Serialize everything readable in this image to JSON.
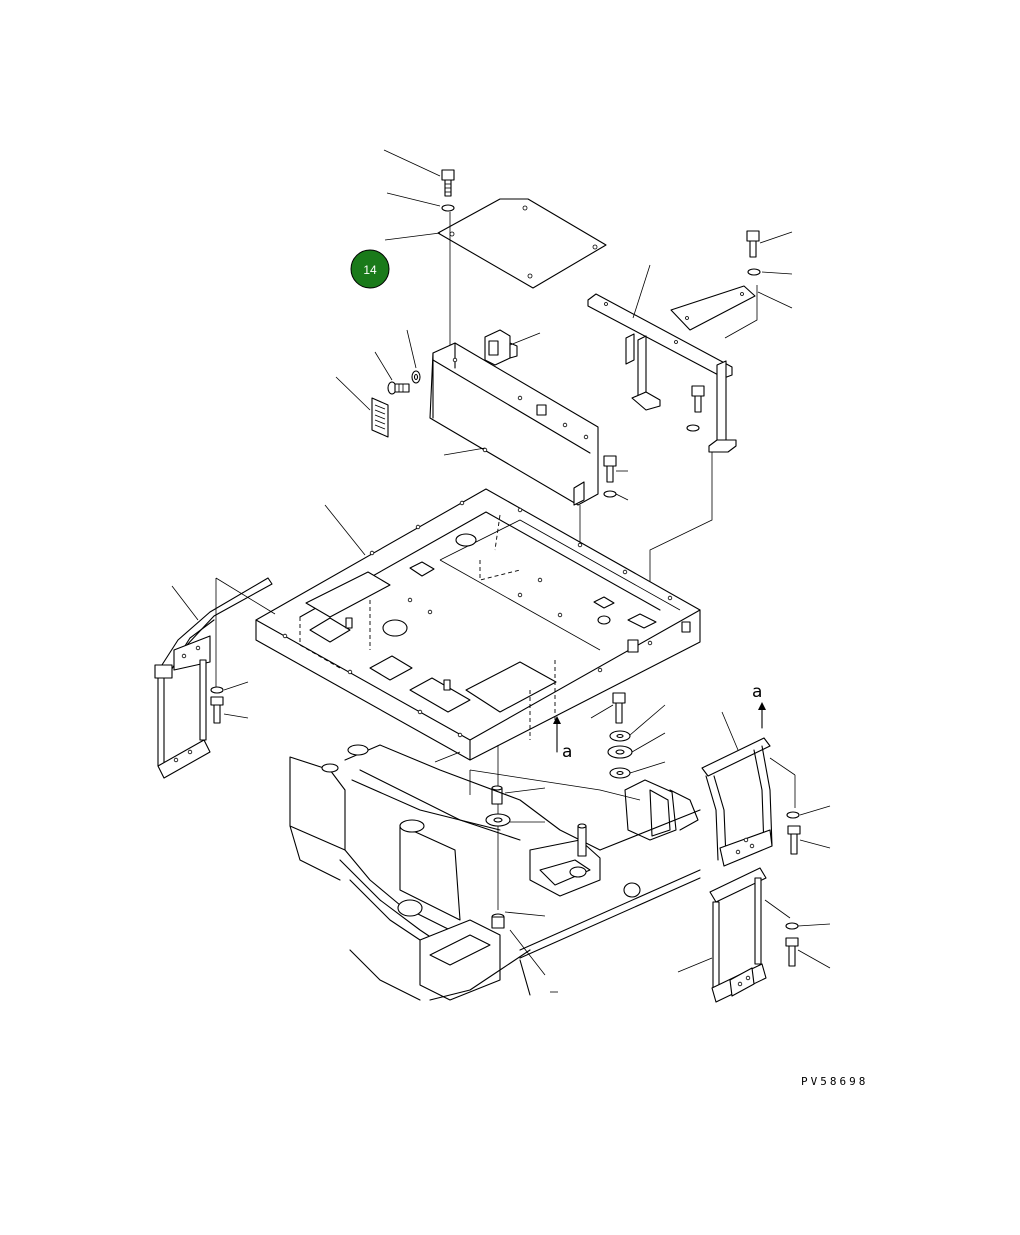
{
  "diagram": {
    "drawing_code": "PV58698",
    "view_marker_left": "a",
    "view_marker_right": "a",
    "badge": {
      "label": "14",
      "color": "#1a7a1a"
    }
  }
}
